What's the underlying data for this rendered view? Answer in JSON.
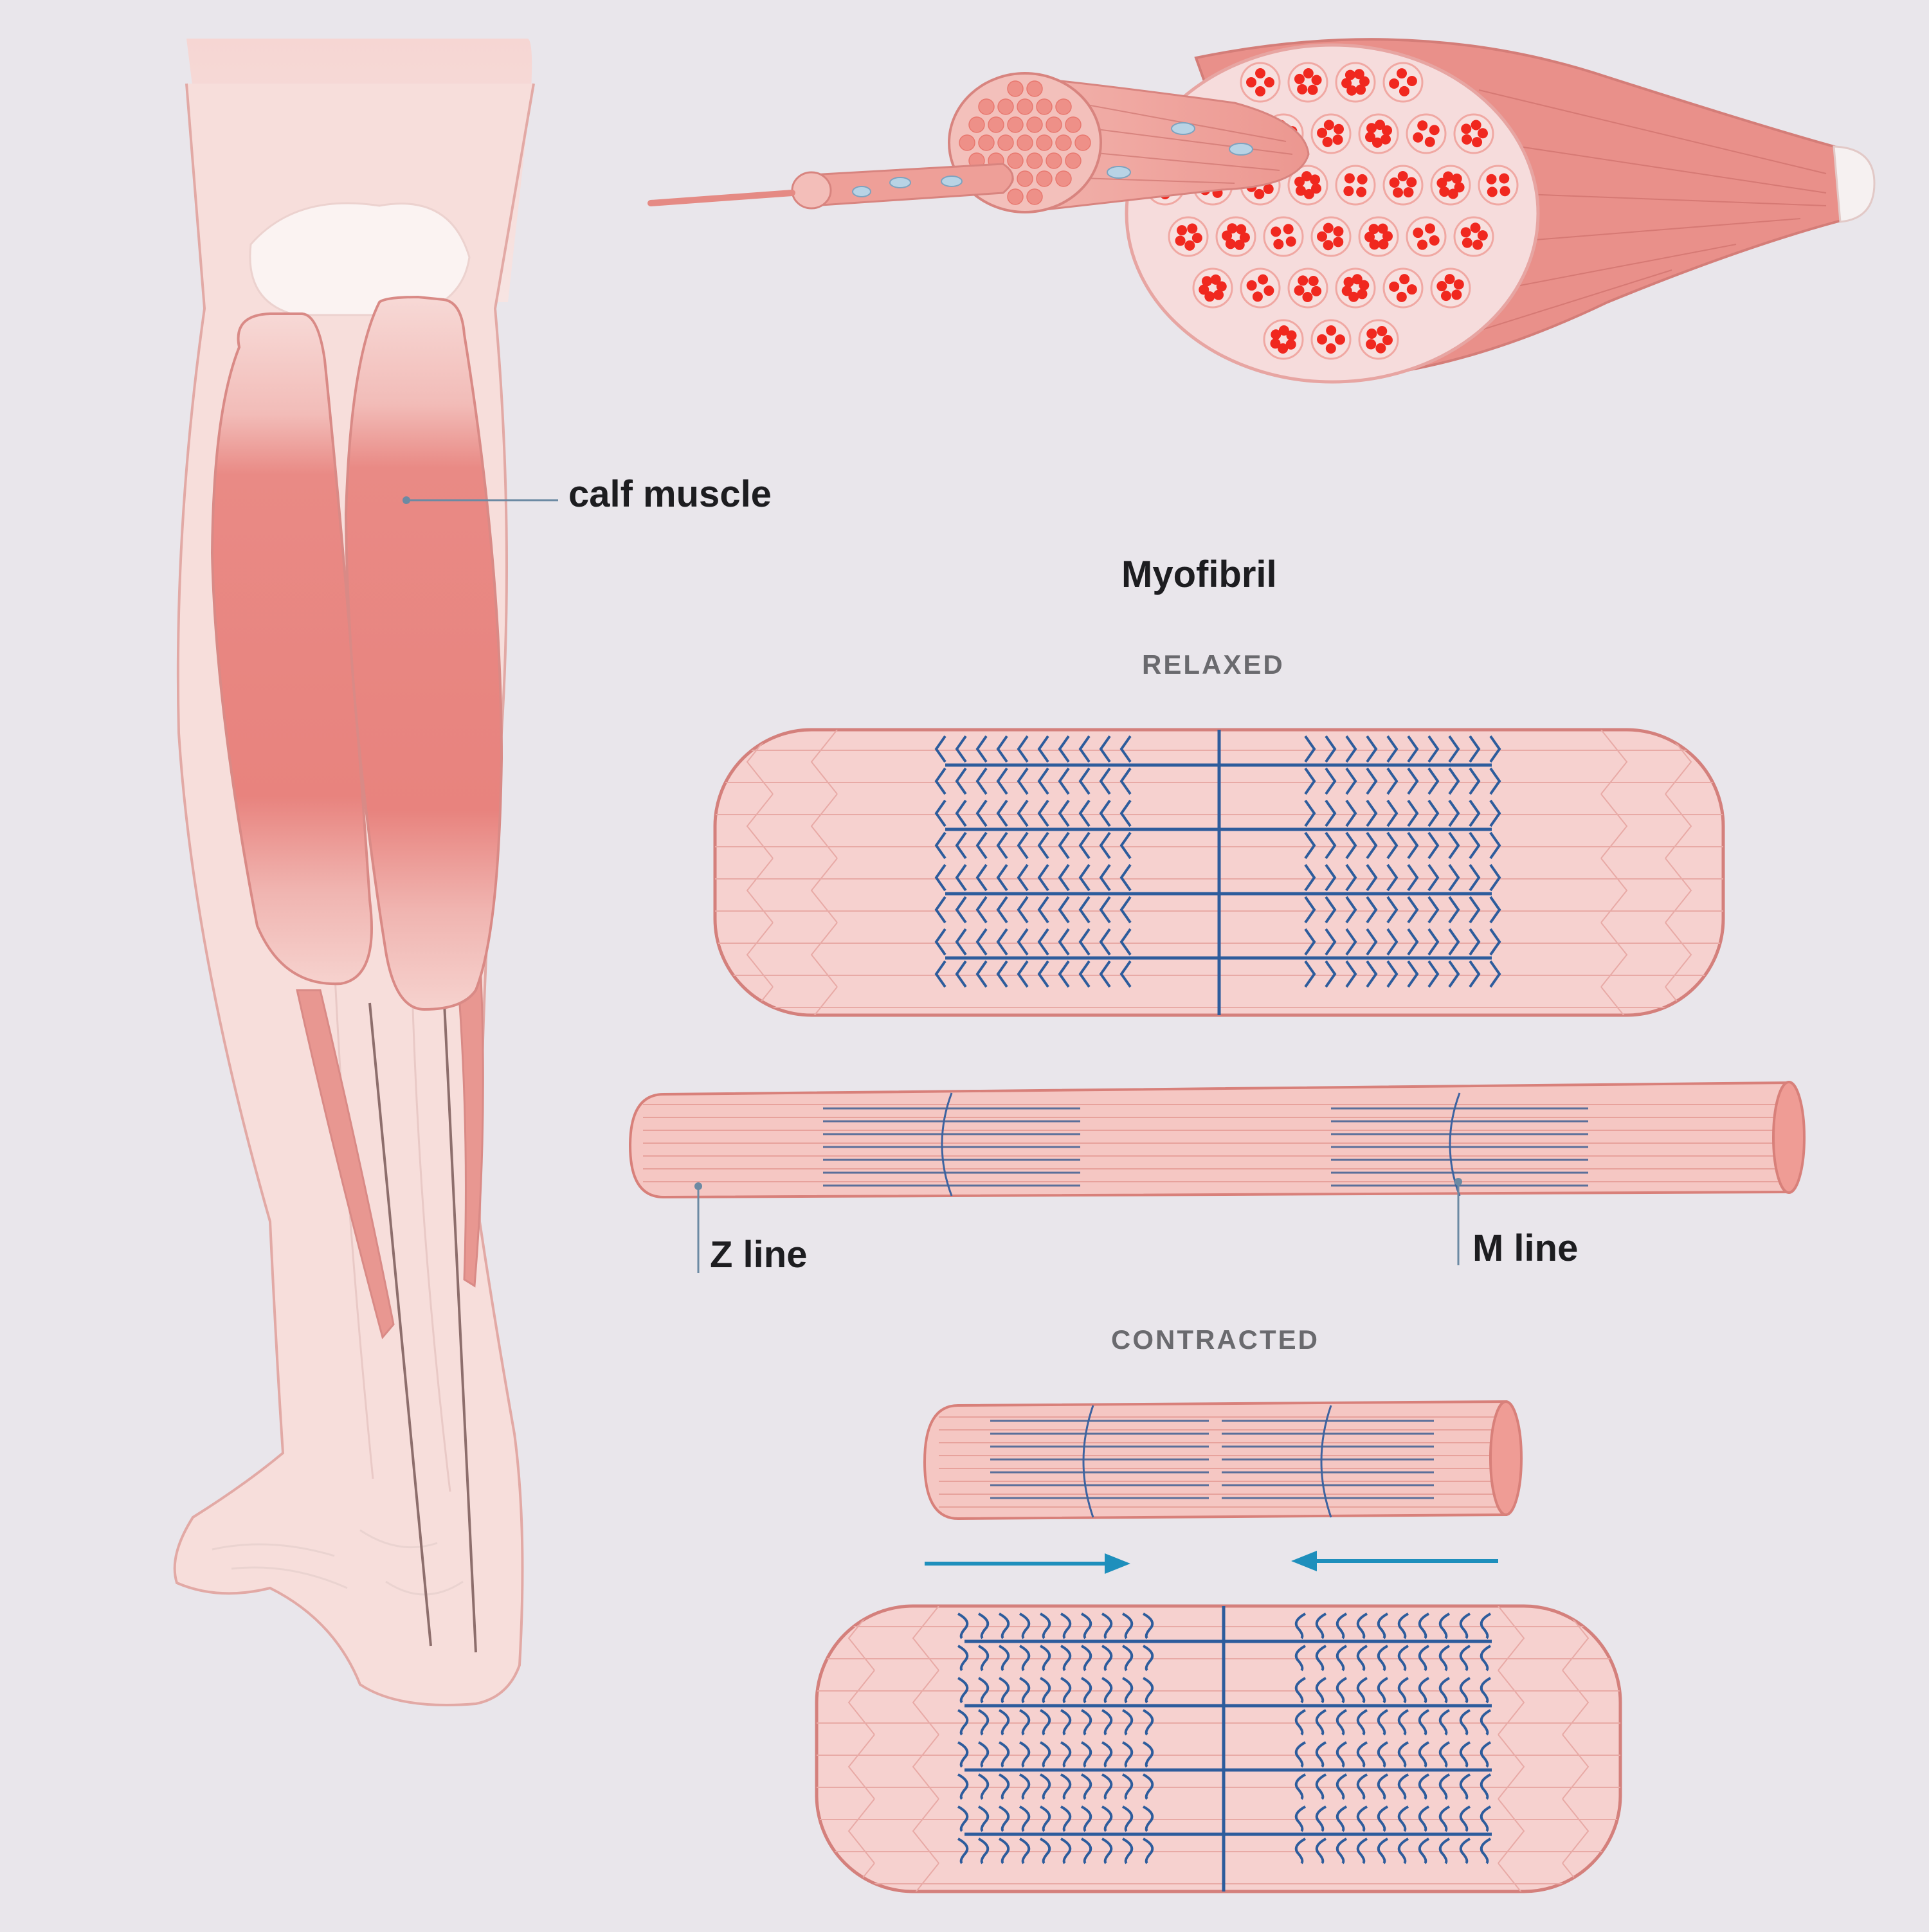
{
  "labels": {
    "calf": "calf muscle",
    "title": "Myofibril",
    "relaxed": "RELAXED",
    "contracted": "CONTRACTED",
    "zline": "Z line",
    "mline": "M line"
  },
  "colors": {
    "background": "#e9e6eb",
    "skin": "#f6d3cf",
    "muscle": "#e8837e",
    "outline": "#d98a86",
    "filament": "#2d5c9c",
    "arrow": "#1e8fbc",
    "bundle": "#f0281f"
  }
}
